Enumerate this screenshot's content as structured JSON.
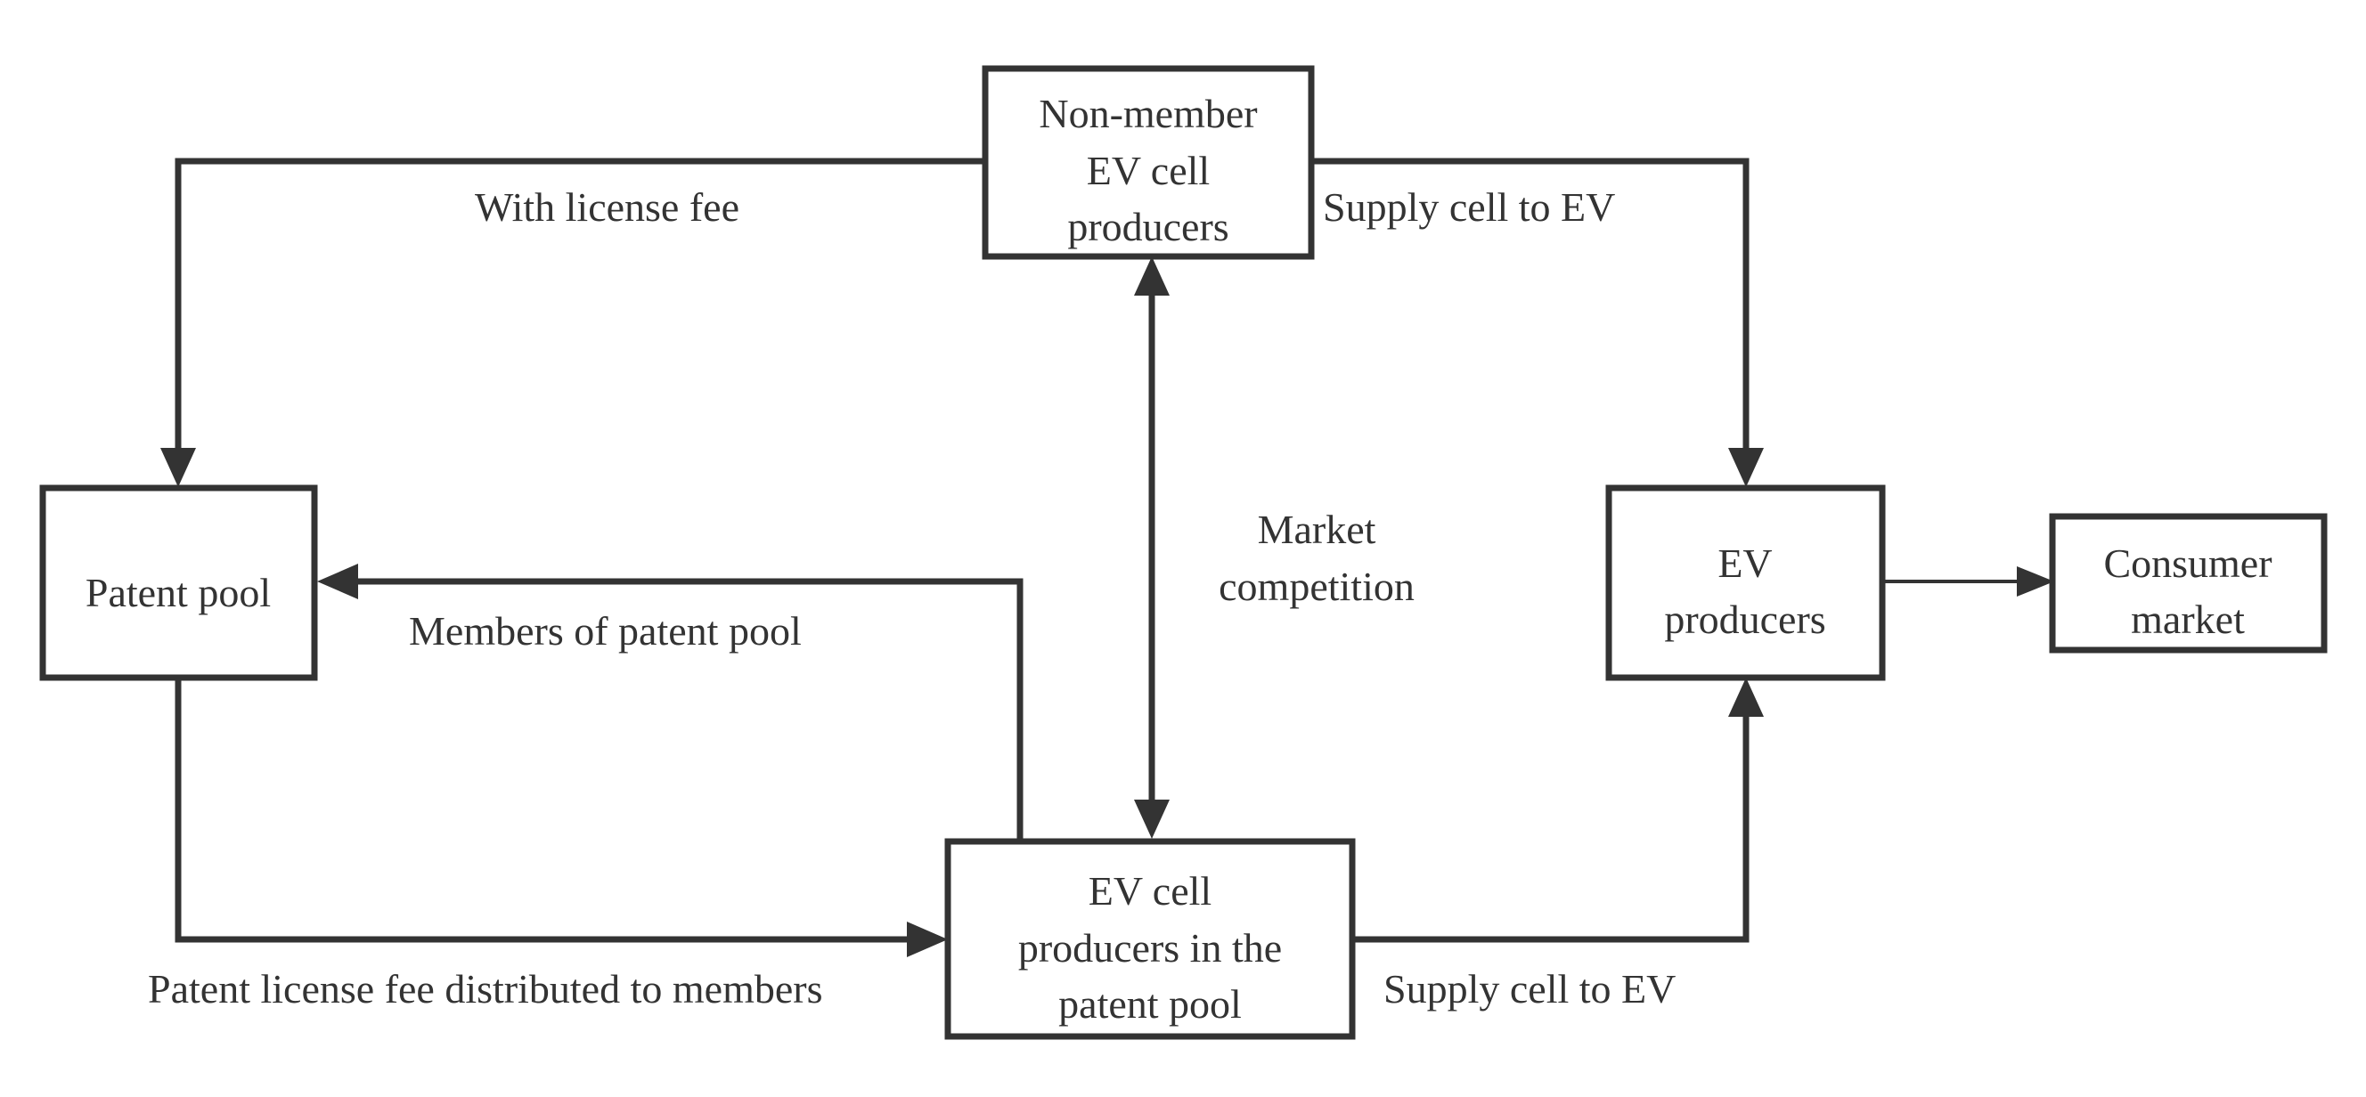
{
  "diagram": {
    "nodes": {
      "non_member": {
        "lines": [
          "Non-member",
          "EV cell",
          "producers"
        ]
      },
      "patent_pool": {
        "lines": [
          "Patent pool"
        ]
      },
      "members": {
        "lines": [
          "EV cell",
          "producers in the",
          "patent pool"
        ]
      },
      "ev_producers": {
        "lines": [
          "EV",
          "producers"
        ]
      },
      "consumer": {
        "lines": [
          "Consumer",
          "market"
        ]
      }
    },
    "edges": {
      "license_fee": "With license fee",
      "supply_top": "Supply cell to EV",
      "members_of_pool": "Members of patent pool",
      "competition": [
        "Market",
        "competition"
      ],
      "distributed": "Patent license fee distributed to members",
      "supply_bottom": "Supply cell to EV"
    },
    "colors": {
      "line": "#333333",
      "background": "#ffffff"
    }
  }
}
